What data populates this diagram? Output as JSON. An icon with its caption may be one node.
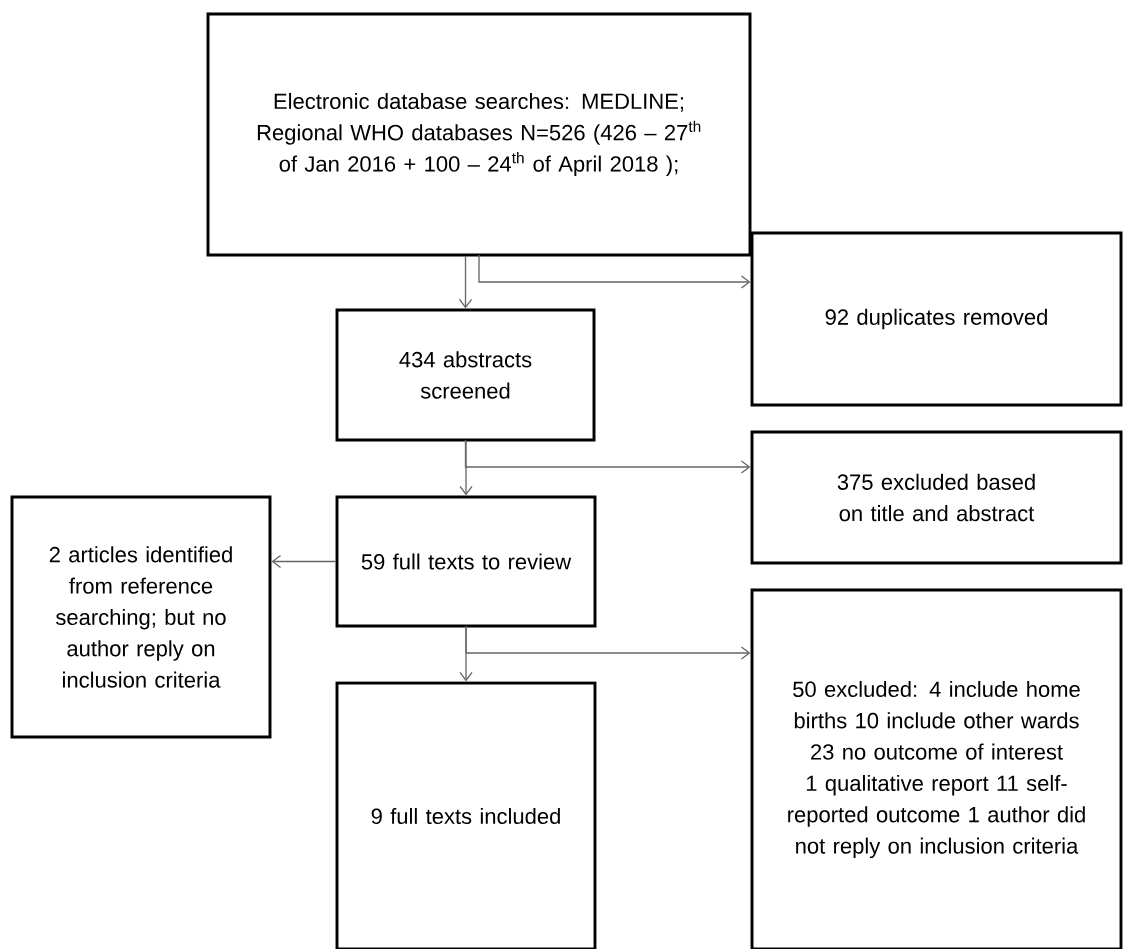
{
  "diagram": {
    "nodes": [
      {
        "text": [
          "Electronic database searches: MEDLINE; Regional WHO databases N=526 (426 – 27$^{th}$ of Jan 2016 + 100 – 24$^{th}$ of April 2018 );"
        ]
      },
      {
        "text": [
          "92 duplicates removed"
        ]
      },
      {
        "text": [
          "434 abstracts screened"
        ]
      },
      {
        "text": [
          "375 excluded based on title and abstract"
        ]
      },
      {
        "text": [
          "2 articles identified from reference searching; but no author reply on inclusion criteria"
        ]
      },
      {
        "text": [
          "59 full texts to review"
        ]
      },
      {
        "text": [
          "50 excluded: 4 include home births 10 include other wards 23 no outcome of interest 1 qualitative report 11 self-reported outcome 1 author did not reply on inclusion criteria"
        ]
      },
      {
        "text": [
          "9 full texts included"
        ]
      }
    ],
    "edges": [
      {
        "from": 0,
        "to": 2,
        "arrow": "to"
      },
      {
        "from": 0,
        "to": 1,
        "arrow": "to"
      },
      {
        "from": 2,
        "to": 5,
        "arrow": "to"
      },
      {
        "from": 2,
        "to": 3,
        "arrow": "to"
      },
      {
        "from": 5,
        "to": 7,
        "arrow": "to"
      },
      {
        "from": 5,
        "to": 6,
        "arrow": "to"
      },
      {
        "from": 5,
        "to": 4,
        "arrow": "to"
      }
    ]
  }
}
